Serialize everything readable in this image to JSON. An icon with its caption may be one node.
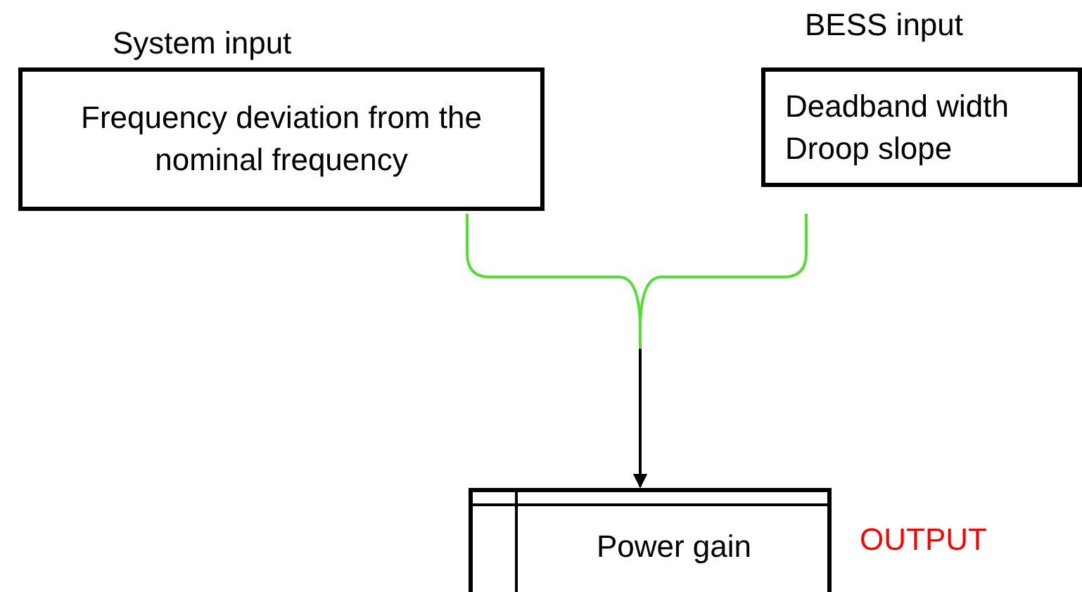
{
  "diagram": {
    "nodes": [
      {
        "text": [
          "System input",
          "Frequency deviation from the nominal frequency"
        ]
      },
      {
        "text": [
          "BESS input",
          "Deadband width",
          "Droop slope"
        ]
      },
      {
        "text": [
          "Power gain"
        ],
        "beside": [
          "OUTPUT"
        ]
      }
    ],
    "edges": [
      {
        "from": 0,
        "to": 2,
        "arrow": "to",
        "color": "#55dd33"
      },
      {
        "from": 1,
        "to": 2,
        "arrow": "to",
        "color": "#55dd33"
      }
    ]
  }
}
